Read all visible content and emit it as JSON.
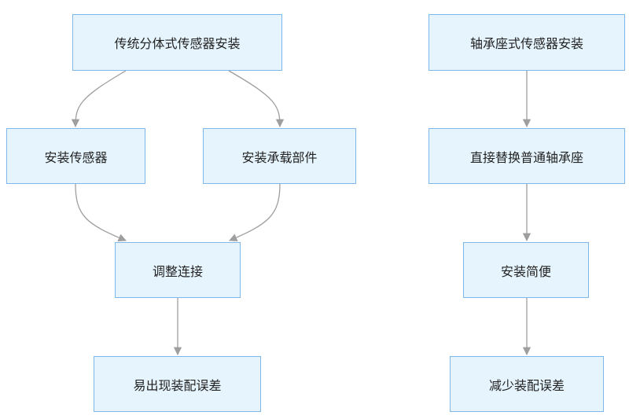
{
  "nodes": {
    "split_install": "传统分体式传感器安装",
    "install_sensor": "安装传感器",
    "install_parts": "安装承载部件",
    "adjust_connect": "调整连接",
    "error_prone": "易出现装配误差",
    "bearing_install": "轴承座式传感器安装",
    "direct_replace": "直接替换普通轴承座",
    "easy_install": "安装简便",
    "reduce_error": "减少装配误差"
  },
  "colors": {
    "node_fill": "#e6f4fd",
    "node_border": "#7fb7ea",
    "edge": "#9e9e9e"
  }
}
